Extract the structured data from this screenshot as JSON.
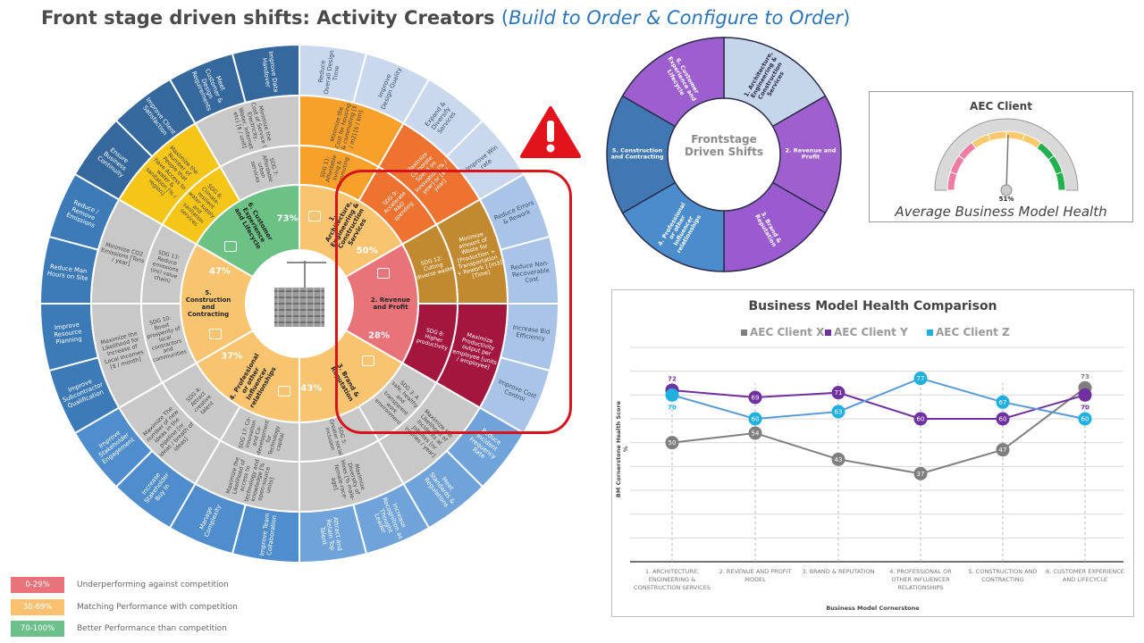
{
  "title": {
    "main": "Front stage driven shifts: Activity Creators",
    "open": "(",
    "sub": "Build to Order & Configure to Order",
    "close": ")"
  },
  "wheel": {
    "center_image": "building-under-construction",
    "cornerstones": [
      {
        "label": "1. Architecture, Engineering & Construction Services",
        "percent": "50%",
        "color": "#f9c46f",
        "icon": "crane-icon"
      },
      {
        "label": "2. Revenue and Profit",
        "percent": "28%",
        "color": "#e8747a",
        "icon": "trend-chart-icon"
      },
      {
        "label": "3. Brand & Reputation",
        "percent": "43%",
        "color": "#f9c46f",
        "icon": "presentation-icon"
      },
      {
        "label": "4. Professional or other Influencer relationships",
        "percent": "37%",
        "color": "#f9c46f",
        "icon": "network-icon"
      },
      {
        "label": "5. Construction and Contracting",
        "percent": "47%",
        "color": "#f9c46f",
        "icon": "worker-icon"
      },
      {
        "label": "6. Customer Experience and Lifecycle",
        "percent": "73%",
        "color": "#6cc184",
        "icon": "blueprint-icon"
      }
    ],
    "sdgs": [
      {
        "label": "SDG 11: Affordable living & commuting",
        "color": "#f7a02a"
      },
      {
        "label": "SDG 9: Accelerate R&D spending",
        "color": "#ee7230"
      },
      {
        "label": "SDG 12: Cutting diverse waste",
        "color": "#c28a30"
      },
      {
        "label": "SDG 8: Higher productivity",
        "color": "#a3173f"
      },
      {
        "label": "SDG 3: A safe, healthy and transparent work environment",
        "color": "#c8c8c8"
      },
      {
        "label": "SDG 5: Greater social inclusion",
        "color": "#c8c8c8"
      },
      {
        "label": "SDG 17: Co-innovation and Co-development for Technology capital",
        "color": "#c8c8c8"
      },
      {
        "label": "SDG 4: Attract creative talent",
        "color": "#c8c8c8"
      },
      {
        "label": "SDG 10: Boost prosperity of local contractors and communities",
        "color": "#c8c8c8"
      },
      {
        "label": "SDG 13: Reduce emissions (incl value chain)",
        "color": "#c8c8c8"
      },
      {
        "label": "SDG 6: Climate-resilient water supply and sanitation services",
        "color": "#f5c518"
      },
      {
        "label": "SDG 7: Affordable urban services",
        "color": "#c8c8c8"
      }
    ],
    "kpis": [
      {
        "label": "Minimize the Cost for housing & commuting [$ / m2] [$ / km]",
        "color": "#f7a02a"
      },
      {
        "label": "Maximize Corporate Spend on Innovation [% / year] or [# / year]",
        "color": "#ee7230"
      },
      {
        "label": "Minimize amount of Waste for [Production + Transportation + Rework ] [m3] [Time]",
        "color": "#c28a30"
      },
      {
        "label": "Maximize Productivity output per employee [units / employee]",
        "color": "#a3173f"
      },
      {
        "label": "Maximize the Likelihood of Incidents at Jobsites [nr injuries / year]",
        "color": "#c8c8c8"
      },
      {
        "label": "Maximize Diversity of Hires [% male-female-race-age]",
        "color": "#c8c8c8"
      },
      {
        "label": "Maximize the Likelihood of access to technology and knowledge [% open-source units]",
        "color": "#c8c8c8"
      },
      {
        "label": "Maximize The number of new ideas in the pipeline [nr ideas / breath of ideas]",
        "color": "#c8c8c8"
      },
      {
        "label": "Maximize the Likelihood for Increase of Local Incomes [$ / month]",
        "color": "#c8c8c8"
      },
      {
        "label": "Minimize CO2 Emissions [Tons / year]",
        "color": "#c8c8c8"
      },
      {
        "label": "Maximize the Number of People that have Access to water & sanitation [% / region]",
        "color": "#f5c518"
      },
      {
        "label": "Minimize the Cost of Service ( Electricity, Water, Internet etc) [$ / unit]",
        "color": "#c8c8c8"
      }
    ],
    "outcomes": [
      {
        "label": "Reduce Overall Design Time",
        "color": "#c9d8ec"
      },
      {
        "label": "Improve Design Quality",
        "color": "#c9d8ec"
      },
      {
        "label": "Expand & Diversify Services",
        "color": "#c9d8ec"
      },
      {
        "label": "Improve Win rate",
        "color": "#c9d8ec"
      },
      {
        "label": "Reduce Errors & Rework",
        "color": "#a9c4e6"
      },
      {
        "label": "Reduce Non-Recoverable Cost",
        "color": "#a9c4e6"
      },
      {
        "label": "Increase Bid Efficiency",
        "color": "#a9c4e6"
      },
      {
        "label": "Improve Cost Control",
        "color": "#a9c4e6"
      },
      {
        "label": "Reduce Incident Frequency Rate",
        "color": "#6fa3da"
      },
      {
        "label": "Meet Standards & Regulations",
        "color": "#6fa3da"
      },
      {
        "label": "Increase Recognition as Thought Leader",
        "color": "#6fa3da"
      },
      {
        "label": "Attract and Retain Top Talent",
        "color": "#6fa3da"
      },
      {
        "label": "Improve Team Collaboration",
        "color": "#4f8dcc"
      },
      {
        "label": "Manage Complexity",
        "color": "#4f8dcc"
      },
      {
        "label": "Increase Stakeholder Buy In",
        "color": "#4f8dcc"
      },
      {
        "label": "Improve Stakeholder Engagement",
        "color": "#4f8dcc"
      },
      {
        "label": "Improve Subcontractor Qualification",
        "color": "#3d7ab8"
      },
      {
        "label": "Improve Resource Planning",
        "color": "#3d7ab8"
      },
      {
        "label": "Reduce Man Hours on Site",
        "color": "#3d7ab8"
      },
      {
        "label": "Reduce / Remove Emissions",
        "color": "#3d7ab8"
      },
      {
        "label": "Ensure Business Continuity",
        "color": "#35689d"
      },
      {
        "label": "Improve Client Satisfaction",
        "color": "#35689d"
      },
      {
        "label": "Meet Customer & Design Requirements",
        "color": "#35689d"
      },
      {
        "label": "Improve Data Handover",
        "color": "#35689d"
      }
    ]
  },
  "donut": {
    "center": "Frontstage Driven Shifts",
    "segments": [
      {
        "label": "1. Architecture, Engineering & Construction Services",
        "color": "#c5d5ea",
        "text_color": "#2b2b4a"
      },
      {
        "label": "2. Revenue and Profit",
        "color": "#9f5fcf",
        "text_color": "#fff"
      },
      {
        "label": "3. Brand & Reputation",
        "color": "#9a5bd0",
        "text_color": "#fff"
      },
      {
        "label": "4. Professional or other Influencer relationships",
        "color": "#4a8ccc",
        "text_color": "#fff"
      },
      {
        "label": "5. Construction and Contracting",
        "color": "#3f78b3",
        "text_color": "#fff"
      },
      {
        "label": "6. Customer Experience and Lifecycle",
        "color": "#9d5fd0",
        "text_color": "#fff"
      }
    ]
  },
  "gauge": {
    "title": "AEC Client",
    "value": 51,
    "value_label": "51%",
    "caption": "Average Business Model Health"
  },
  "legend": [
    {
      "range": "0-29%",
      "text": "Underperforming against competition",
      "color": "#e8737a"
    },
    {
      "range": "30-69%",
      "text": "Matching Performance with competition",
      "color": "#f9c06f"
    },
    {
      "range": "70-100%",
      "text": "Better Performance than competition",
      "color": "#6cc08a"
    }
  ],
  "chart_data": {
    "type": "line",
    "title": "Business Model Health Comparison",
    "xlabel": "Business Model Cornerstone",
    "ylabel": "BM Cornerstone Health Score %",
    "ylim": [
      0,
      90
    ],
    "grid": true,
    "legend_position": "top",
    "categories": [
      "1. ARCHITECTURE, ENGINEERING & CONSTRUCTION SERVICES",
      "2. REVENUE AND PROFIT MODEL",
      "3. BRAND & REPUTATION",
      "4. PROFESSIONAL OR OTHER INFLUENCER RELATIONSHIPS",
      "5. CONSTRUCTION AND CONTRACTING",
      "6. CUSTOMER EXPERIENCE AND LIFECYCLE"
    ],
    "series": [
      {
        "name": "AEC Client X",
        "color": "#7f7f7f",
        "line": "#7f7f7f",
        "values": [
          50,
          54,
          43,
          37,
          47,
          73
        ]
      },
      {
        "name": "AEC Client Y",
        "color": "#7030a0",
        "line": "#7030a0",
        "values": [
          72,
          69,
          71,
          60,
          60,
          70
        ]
      },
      {
        "name": "AEC Client Z",
        "color": "#1fb0e0",
        "line": "#5b9bd5",
        "values": [
          70,
          60,
          63,
          77,
          67,
          60
        ]
      }
    ]
  }
}
